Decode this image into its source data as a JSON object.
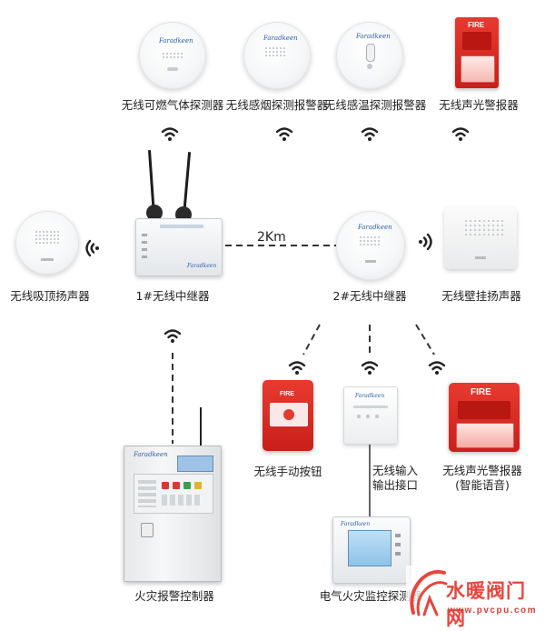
{
  "devices": {
    "gas_detector": {
      "label": "无线可燃气体探测器",
      "brand": "Faradkeen"
    },
    "smoke_detector": {
      "label": "无线感烟探测报警器",
      "brand": "Faradkeen"
    },
    "heat_detector": {
      "label": "无线感温探测报警器",
      "brand": "Faradkeen"
    },
    "strobe_alarm_top": {
      "label": "无线声光警报器",
      "badge": "FIRE"
    },
    "ceiling_speaker": {
      "label": "无线吸顶扬声器"
    },
    "repeater_1": {
      "label": "1#无线中继器",
      "brand": "Faradkeen"
    },
    "repeater_2": {
      "label": "2#无线中继器",
      "brand": "Faradkeen"
    },
    "wall_speaker": {
      "label": "无线壁挂扬声器"
    },
    "manual_button": {
      "label": "无线手动按钮",
      "badge": "FIRE"
    },
    "io_interface": {
      "label_line1": "无线输入",
      "label_line2": "输出接口",
      "brand": "Faradkeen"
    },
    "strobe_alarm_voice": {
      "label_line1": "无线声光警报器",
      "label_line2": "(智能语音)",
      "badge": "FIRE"
    },
    "fire_panel": {
      "label": "火灾报警控制器",
      "brand": "Faradkeen"
    },
    "electrical_monitor": {
      "label": "电气火灾监控探测器",
      "brand": "Faradkeen"
    }
  },
  "link": {
    "distance": "2Km"
  },
  "watermark": {
    "title": "水暖阀门网",
    "url": "www.pvcpu.com"
  },
  "colors": {
    "fire_red": "#d9261f",
    "brand_blue": "#2d5fa8",
    "watermark_red": "#e8453c"
  },
  "icons": {
    "wireless": "wifi-signal-icon"
  }
}
